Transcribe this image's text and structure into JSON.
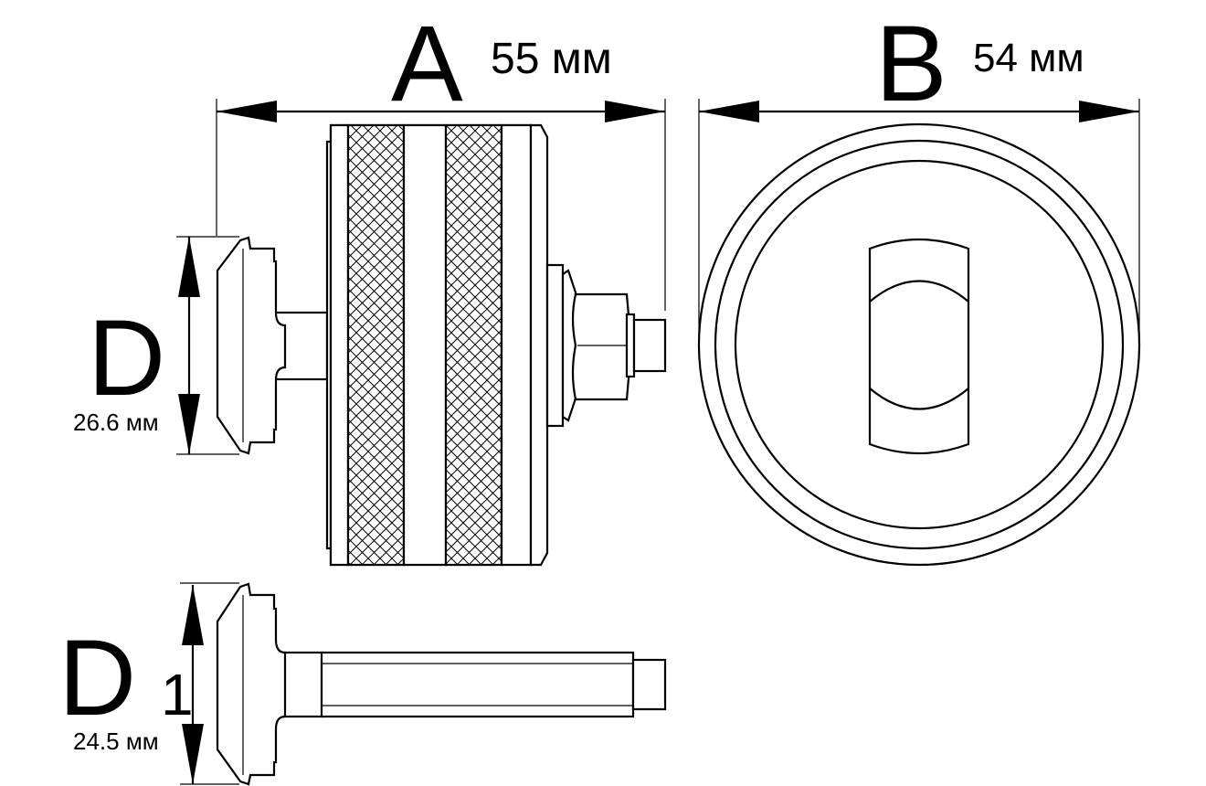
{
  "labels": {
    "a_letter": "A",
    "a_value": "55 мм",
    "b_letter": "B",
    "b_value": "54 мм",
    "d_letter": "D",
    "d_value": "26.6 мм",
    "d1_letter": "D",
    "d1_sub": "1",
    "d1_value": "24.5 мм"
  },
  "colors": {
    "line": "#000000",
    "background": "#ffffff"
  }
}
